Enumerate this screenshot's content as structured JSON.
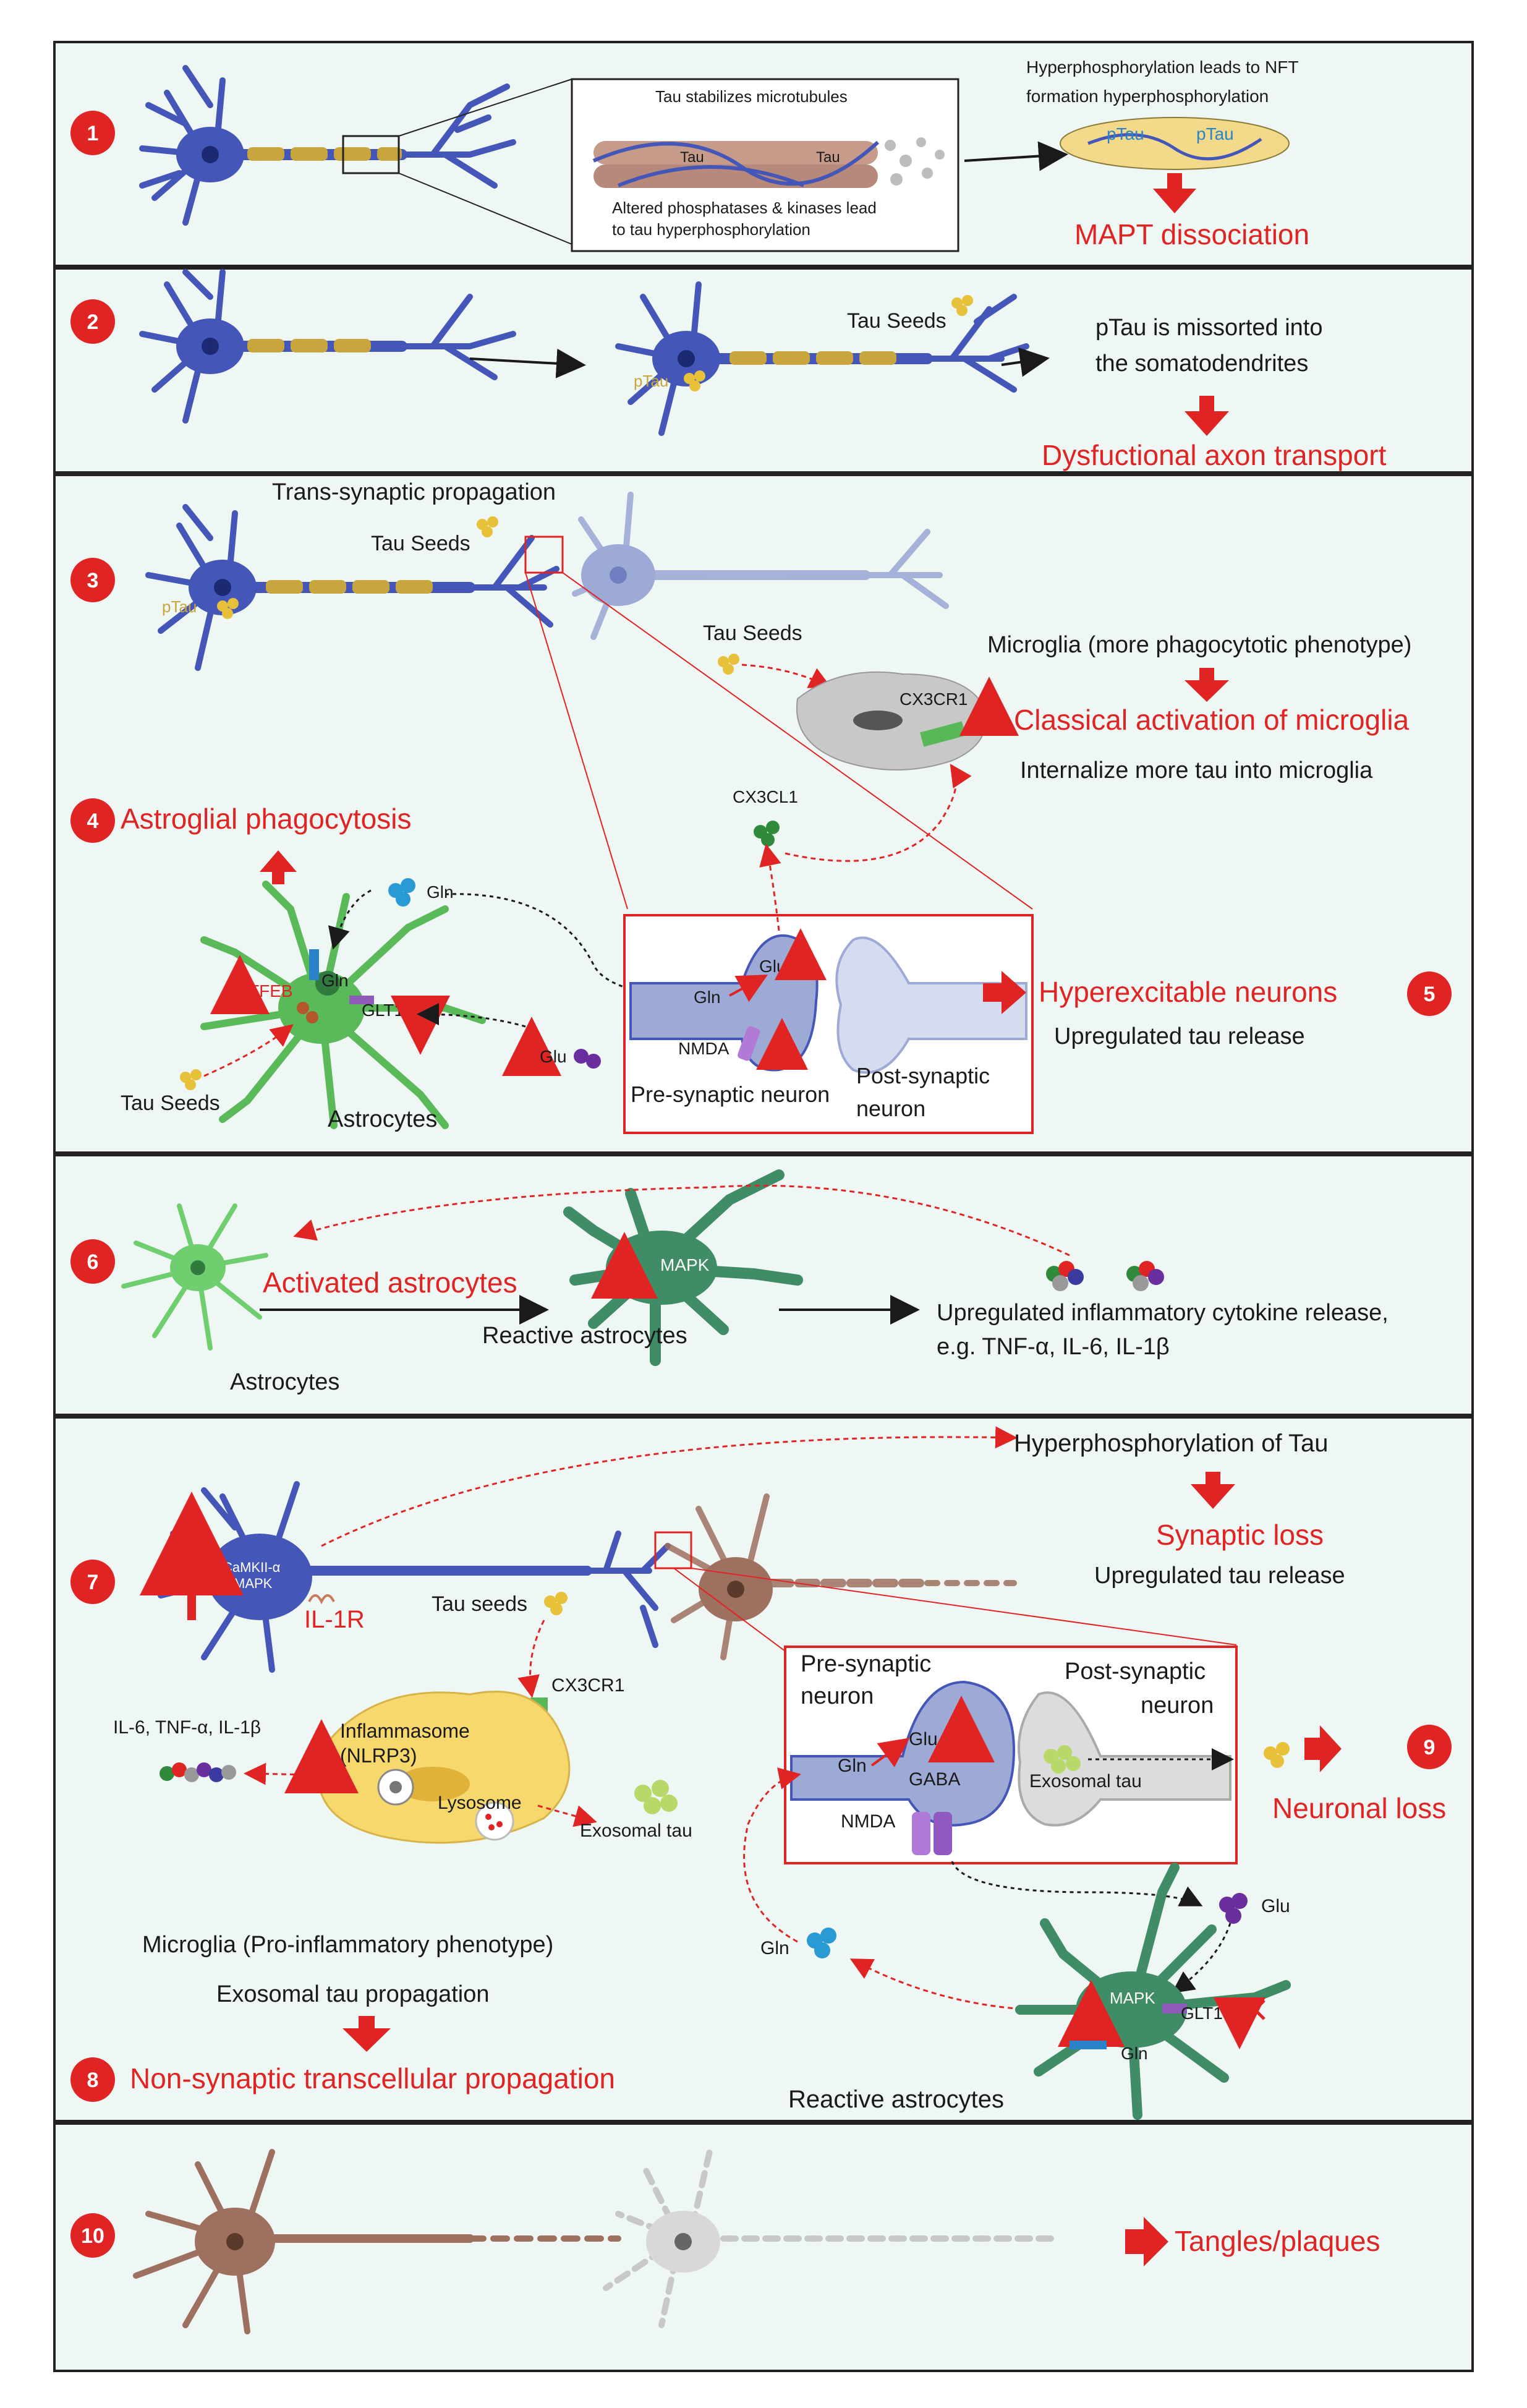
{
  "colors": {
    "panel_bg": "#eef7f3",
    "neuron_blue": "#4457b8",
    "neuron_light": "#9eaad6",
    "neuron_brown": "#9e7060",
    "astro_green": "#5aba5a",
    "astro_dark": "#3f8c66",
    "microglia_grey": "#c8c8c8",
    "microglia_yellow": "#f6d86c",
    "accent_red": "#e02424",
    "seed_yellow": "#e7c13a"
  },
  "panels": [
    {
      "number": "1",
      "texts": {
        "tau_stabilizes": "Tau stabilizes microtubules",
        "tau_left": "Tau",
        "tau_right": "Tau",
        "altered_line1": "Altered phosphatases & kinases lead",
        "altered_line2": "to tau hyperphosphorylation",
        "hyper_line1": "Hyperphosphorylation leads to NFT",
        "hyper_line2": "formation hyperphosphorylation",
        "ptau_a": "pTau",
        "ptau_b": "pTau",
        "mapt": "MAPT dissociation"
      }
    },
    {
      "number": "2",
      "texts": {
        "ptau": "pTau",
        "tau_seeds": "Tau Seeds",
        "missorted_line1": "pTau is missorted into",
        "missorted_line2": "the somatodendrites",
        "dysfunctional": "Dysfuctional axon transport"
      }
    },
    {
      "number": "3",
      "texts": {
        "trans_synaptic": "Trans-synaptic propagation",
        "tau_seeds": "Tau Seeds",
        "ptau": "pTau",
        "tau_seeds_2": "Tau Seeds",
        "microglia_more": "Microglia (more phagocytotic phenotype)",
        "cx3cr1": "CX3CR1",
        "classical": "Classical activation of microglia",
        "internalize": "Internalize more tau into microglia",
        "cx3cl1": "CX3CL1"
      }
    },
    {
      "number": "4",
      "texts": {
        "astroglial": "Astroglial phagocytosis",
        "gln_top": "Gln",
        "tfeb": "TFEB",
        "gln_mid": "Gln",
        "glt1": "GLT1",
        "tau_seeds": "Tau Seeds",
        "astrocytes": "Astrocytes",
        "glu": "Glu"
      }
    },
    {
      "number": "5",
      "texts": {
        "glu": "Glu",
        "gln": "Gln",
        "nmda": "NMDA",
        "pre_synaptic": "Pre-synaptic neuron",
        "post_line1": "Post-synaptic",
        "post_line2": "neuron",
        "hyperexcitable": "Hyperexcitable neurons",
        "upregulated": "Upregulated tau release"
      }
    },
    {
      "number": "6",
      "texts": {
        "activated": "Activated astrocytes",
        "mapk": "MAPK",
        "reactive": "Reactive astrocytes",
        "astrocytes": "Astrocytes",
        "cytokine_line1": "Upregulated inflammatory cytokine release,",
        "cytokine_line2": "e.g. TNF-α, IL-6, IL-1β"
      }
    },
    {
      "number": "7",
      "texts": {
        "hyperphos": "Hyperphosphorylation of Tau",
        "synaptic_loss": "Synaptic loss",
        "upregulated": "Upregulated tau release",
        "camkii": "CaMKII-α",
        "mapk": "MAPK",
        "il1r": "IL-1R",
        "tau_seeds": "Tau seeds",
        "cx3cr1": "CX3CR1",
        "cytokines": "IL-6, TNF-α, IL-1β",
        "inflammasome": "Inflammasome",
        "nlrp3": "(NLRP3)",
        "lysosome": "Lysosome",
        "exosomal_tau": "Exosomal tau",
        "pre_line1": "Pre-synaptic",
        "pre_line2": "neuron",
        "post_line1": "Post-synaptic",
        "post_line2": "neuron",
        "glu": "Glu",
        "gln": "Gln",
        "gaba": "GABA",
        "exosomal_tau_2": "Exosomal tau",
        "nmda": "NMDA",
        "gln_free": "Gln",
        "glu_free": "Glu",
        "mapk_astro": "MAPK",
        "glt1": "GLT1",
        "gln_astro": "Gln",
        "microglia_pro": "Microglia (Pro-inflammatory phenotype)"
      }
    },
    {
      "number": "8",
      "texts": {
        "exosomal_prop": "Exosomal tau propagation",
        "nonsynaptic": "Non-synaptic transcellular propagation",
        "reactive": "Reactive astrocytes"
      }
    },
    {
      "number": "9",
      "texts": {
        "neuronal_loss": "Neuronal loss"
      }
    },
    {
      "number": "10",
      "texts": {
        "tangles": "Tangles/plaques"
      }
    }
  ]
}
